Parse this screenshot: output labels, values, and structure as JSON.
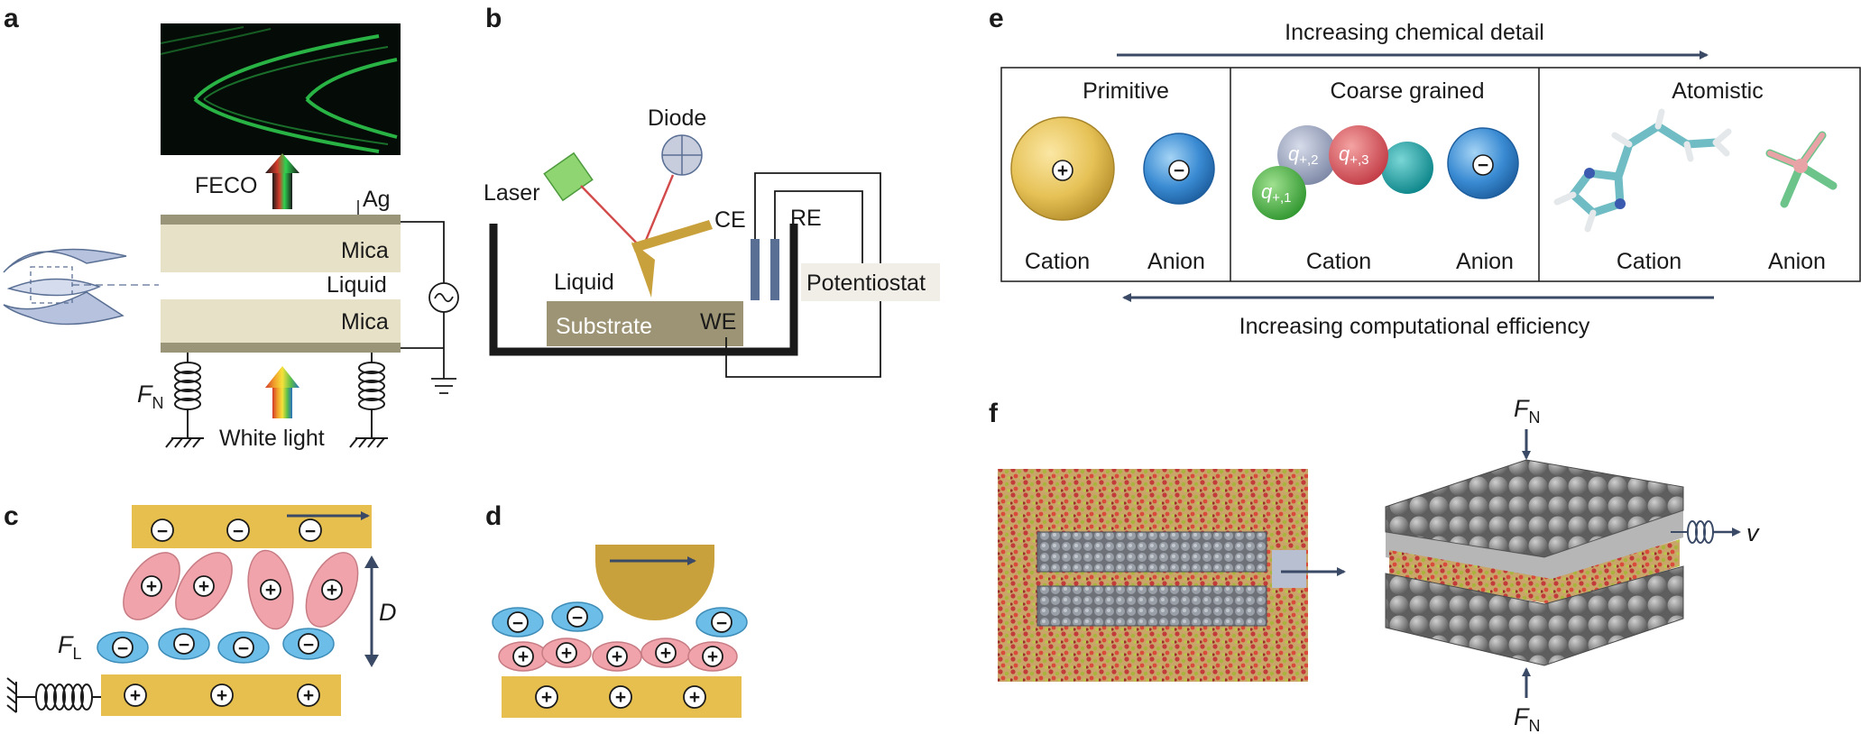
{
  "panels": {
    "a": {
      "label": "a",
      "feco": "FECO",
      "ag": "Ag",
      "mica_top": "Mica",
      "liquid": "Liquid",
      "mica_bottom": "Mica",
      "fn_main": "F",
      "fn_sub": "N",
      "white_light": "White light"
    },
    "b": {
      "label": "b",
      "diode": "Diode",
      "laser": "Laser",
      "ce": "CE",
      "re": "RE",
      "liquid": "Liquid",
      "substrate": "Substrate",
      "we": "WE",
      "potentiostat": "Potentiostat"
    },
    "c": {
      "label": "c",
      "d": "D",
      "fl_main": "F",
      "fl_sub": "L"
    },
    "d": {
      "label": "d"
    },
    "e": {
      "label": "e",
      "top_arrow_text": "Increasing chemical detail",
      "bottom_arrow_text": "Increasing computational efficiency",
      "primitive": "Primitive",
      "coarse": "Coarse grained",
      "atomistic": "Atomistic",
      "cation": "Cation",
      "anion": "Anion",
      "q_main": "q",
      "q1": "+,1",
      "q2": "+,2",
      "q3": "+,3"
    },
    "f": {
      "label": "f",
      "fn_main": "F",
      "fn_sub": "N",
      "v": "v"
    }
  },
  "symbols": {
    "plus": "+",
    "minus": "−"
  },
  "colors": {
    "mica": "#e6e1c7",
    "ag": "#9a9478",
    "gold": "#c9a13c",
    "gold_plate": "#e7bf4e",
    "substrate": "#9c9474",
    "navy": "#3a4a66",
    "cation_pink": "#f0a3ab",
    "anion_blue": "#6cbde7",
    "ion_primitive_cation": "#e6c257",
    "ion_anion": "#3a8bd3",
    "cg_gray": "#98a2bd",
    "cg_red": "#dc5a5f",
    "cg_teal": "#14a1a6",
    "cg_green": "#4bb54a",
    "laser_green": "#8fd672",
    "laser_beam": "#d24a4a",
    "feco_green": "#2fd150",
    "electrode": "#5a6f94",
    "potentiostat_bg": "#f1eee7",
    "sphere_gray": "#8c8c8c"
  },
  "icons": [
    "ac-source-icon",
    "ground-icon",
    "spring-icon",
    "rainbow-arrow-icon",
    "diode-icon",
    "atomistic-cation-molecule",
    "atomistic-anion-molecule"
  ]
}
